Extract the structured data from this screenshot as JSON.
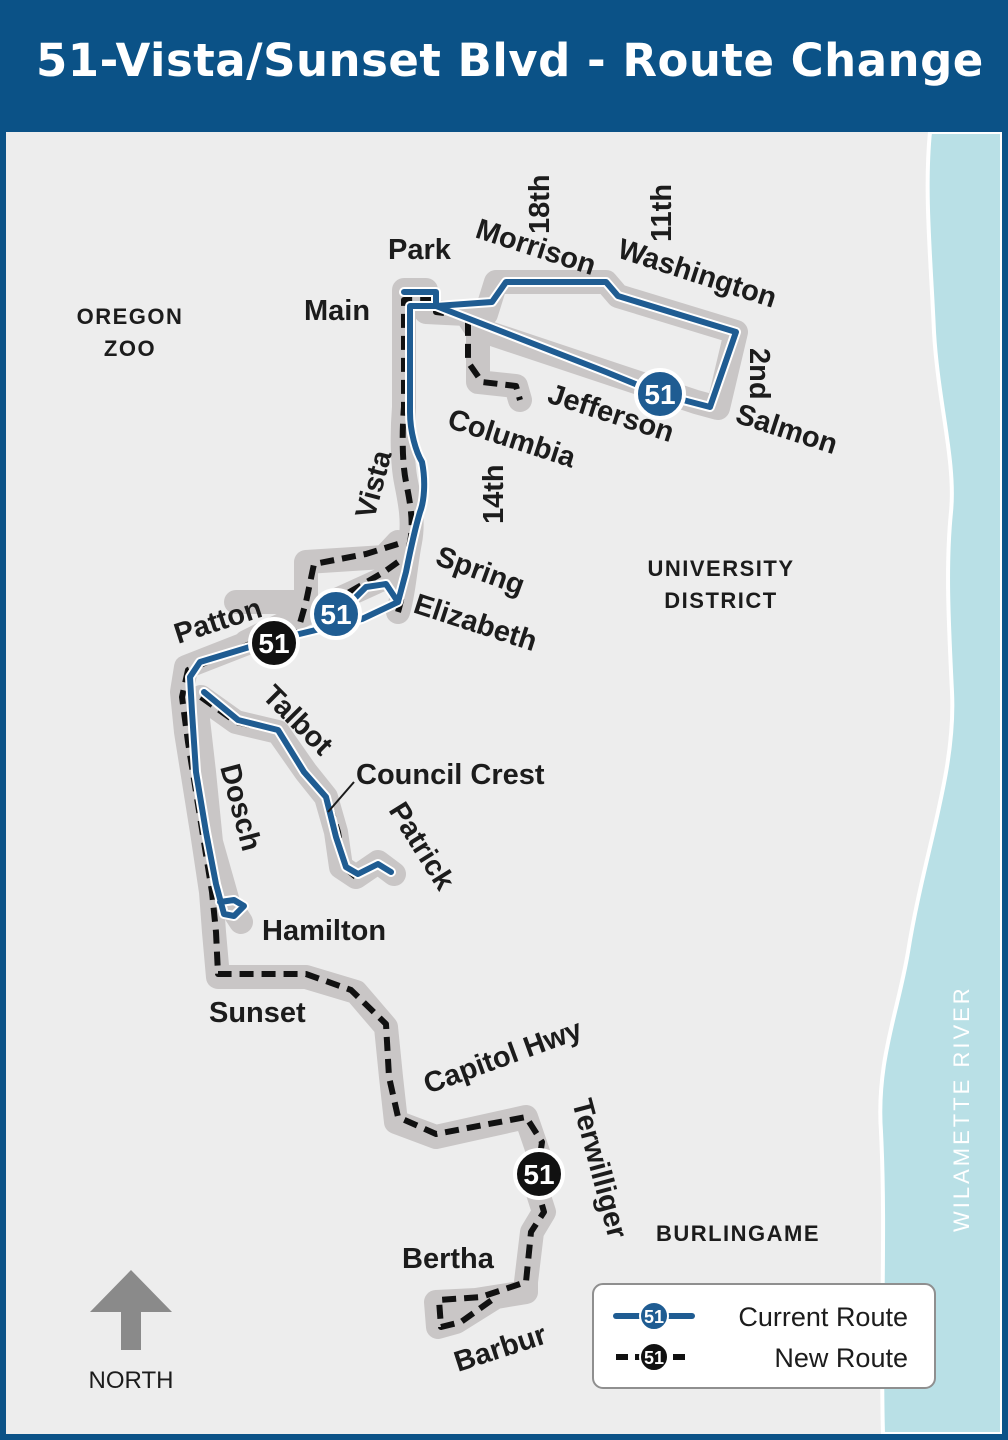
{
  "header": {
    "title": "51-Vista/Sunset Blvd - Route Change"
  },
  "colors": {
    "header": "#0b5287",
    "land": "#ededed",
    "river": "#b9e0e6",
    "current_route": "#1f5c92",
    "new_route": "#111111",
    "route_casing": "#c9c6c6"
  },
  "areas": {
    "oregon_zoo_line1": "OREGON",
    "oregon_zoo_line2": "ZOO",
    "university_line1": "UNIVERSITY",
    "university_line2": "DISTRICT",
    "burlingame": "BURLINGAME",
    "river": "WILAMETTE RIVER"
  },
  "streets": {
    "park": "Park",
    "main": "Main",
    "morrison": "Morrison",
    "s18th": "18th",
    "s11th": "11th",
    "washington": "Washington",
    "s2nd": "2nd",
    "salmon": "Salmon",
    "jefferson": "Jefferson",
    "columbia": "Columbia",
    "s14th": "14th",
    "vista": "Vista",
    "spring": "Spring",
    "elizabeth": "Elizabeth",
    "patton": "Patton",
    "talbot": "Talbot",
    "council_crest": "Council Crest",
    "patrick": "Patrick",
    "dosch": "Dosch",
    "hamilton": "Hamilton",
    "sunset": "Sunset",
    "capitol_hwy": "Capitol Hwy",
    "terwilliger": "Terwilliger",
    "bertha": "Bertha",
    "barbur": "Barbur"
  },
  "route_badge": "51",
  "legend": {
    "current_badge": "51",
    "new_badge": "51",
    "current_label": "Current Route",
    "new_label": "New Route"
  },
  "north_arrow": {
    "label": "NORTH"
  }
}
